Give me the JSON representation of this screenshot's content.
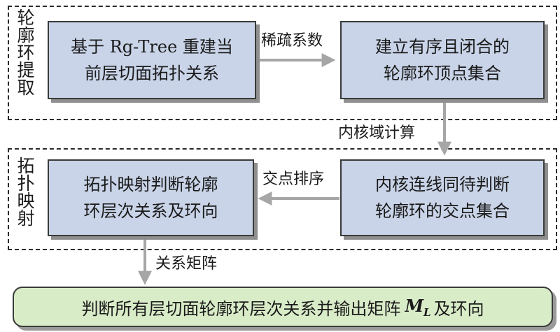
{
  "regions": {
    "contour": {
      "label": "轮廓环提取"
    },
    "topology": {
      "label": "拓扑映射"
    }
  },
  "boxes": {
    "build_topology": {
      "line1": "基于 Rg-Tree 重建当",
      "line2": "前层切面拓扑关系"
    },
    "build_vertices": {
      "line1": "建立有序且闭合的",
      "line2": "轮廓环顶点集合"
    },
    "kernel_lines": {
      "line1": "内核连线同待判断",
      "line2": "轮廓环的交点集合"
    },
    "topo_judge": {
      "line1": "拓扑映射判断轮廓",
      "line2": "环层次关系及环向"
    },
    "output": {
      "prefix": "判断所有层切面轮廓环层次关系并输出矩阵",
      "matrix": "M",
      "matrix_sub": "L",
      "suffix": "及环向"
    }
  },
  "edges": {
    "sparse": "稀疏系数",
    "kernel_domain": "内核域计算",
    "sort_intersections": "交点排序",
    "relation_matrix": "关系矩阵"
  },
  "colors": {
    "process_box": "#c9d4e8",
    "output_box": "#d9ecc8",
    "arrow": "#a6a6a6",
    "border": "#3a3a3a"
  }
}
